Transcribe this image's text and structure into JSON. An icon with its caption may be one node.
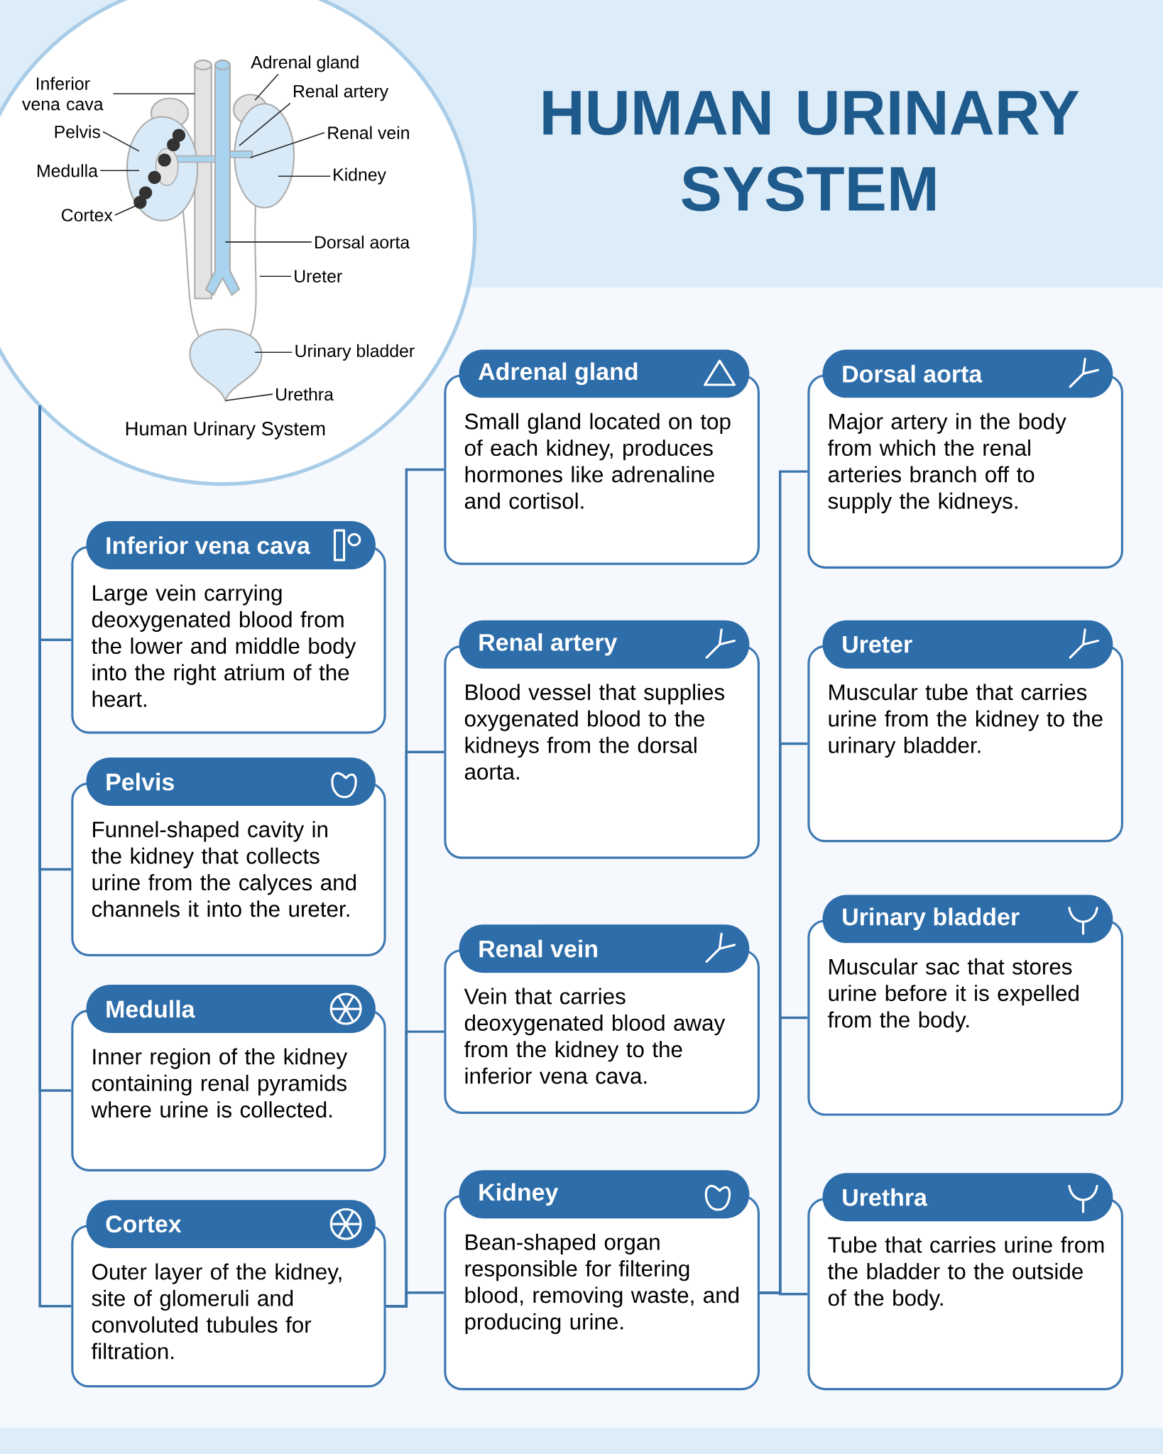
{
  "diagram": {
    "title": "HUMAN URINARY SYSTEM",
    "nodes": [
      {
        "text": [
          "Human Urinary System"
        ]
      },
      {
        "text": [
          "Adrenal gland"
        ],
        "in": 0
      },
      {
        "text": [
          "Inferior vena cava"
        ],
        "in": 0
      },
      {
        "text": [
          "Renal artery"
        ],
        "in": 0
      },
      {
        "text": [
          "Pelvis"
        ],
        "in": 0
      },
      {
        "text": [
          "Renal vein"
        ],
        "in": 0
      },
      {
        "text": [
          "Medulla"
        ],
        "in": 0
      },
      {
        "text": [
          "Kidney"
        ],
        "in": 0
      },
      {
        "text": [
          "Cortex"
        ],
        "in": 0
      },
      {
        "text": [
          "Dorsal aorta"
        ],
        "in": 0
      },
      {
        "text": [
          "Ureter"
        ],
        "in": 0
      },
      {
        "text": [
          "Urinary bladder"
        ],
        "in": 0
      },
      {
        "text": [
          "Urethra"
        ],
        "in": 0
      },
      {
        "text": [
          "Inferior vena cava",
          "Large vein carrying deoxygenated blood from the lower and middle body into the right atrium of the heart."
        ]
      },
      {
        "text": [
          "Pelvis",
          "Funnel-shaped cavity in the kidney that collects urine from the calyces and channels it into the ureter."
        ]
      },
      {
        "text": [
          "Medulla",
          "Inner region of the kidney containing renal pyramids where urine is collected."
        ]
      },
      {
        "text": [
          "Cortex",
          "Outer layer of the kidney, site of glomeruli and convoluted tubules for filtration."
        ]
      },
      {
        "text": [
          "Adrenal gland",
          "Small gland located on top of each kidney, produces hormones like adrenaline and cortisol."
        ]
      },
      {
        "text": [
          "Renal artery",
          "Blood vessel that supplies oxygenated blood to the kidneys from the dorsal aorta."
        ]
      },
      {
        "text": [
          "Renal vein",
          "Vein that carries deoxygenated blood away from the kidney to the inferior vena cava."
        ]
      },
      {
        "text": [
          "Kidney",
          "Bean-shaped organ responsible for filtering blood, removing waste, and producing urine."
        ]
      },
      {
        "text": [
          "Dorsal aorta",
          "Major artery in the body from which the renal arteries branch off to supply the kidneys."
        ]
      },
      {
        "text": [
          "Ureter",
          "Muscular tube that carries urine from the kidney to the urinary bladder."
        ]
      },
      {
        "text": [
          "Urinary bladder",
          "Muscular sac that stores urine before it is expelled from the body."
        ]
      },
      {
        "text": [
          "Urethra",
          "Tube that carries urine from the bladder to the outside of the body."
        ]
      }
    ],
    "edges": [
      {
        "from": 1,
        "to": null,
        "arrow": "none"
      },
      {
        "from": 2,
        "to": null,
        "arrow": "none"
      },
      {
        "from": 3,
        "to": null,
        "arrow": "none"
      },
      {
        "from": 4,
        "to": null,
        "arrow": "none"
      },
      {
        "from": 5,
        "to": null,
        "arrow": "none"
      },
      {
        "from": 6,
        "to": null,
        "arrow": "none"
      },
      {
        "from": 7,
        "to": null,
        "arrow": "none"
      },
      {
        "from": 8,
        "to": null,
        "arrow": "none"
      },
      {
        "from": 9,
        "to": null,
        "arrow": "none"
      },
      {
        "from": 10,
        "to": null,
        "arrow": "none"
      },
      {
        "from": 11,
        "to": null,
        "arrow": "none"
      },
      {
        "from": 12,
        "to": null,
        "arrow": "none"
      },
      {
        "from": 0,
        "to": 13,
        "arrow": "none",
        "color": "#3a74aa"
      },
      {
        "from": 0,
        "to": 14,
        "arrow": "none",
        "color": "#3a74aa"
      },
      {
        "from": 0,
        "to": 15,
        "arrow": "none",
        "color": "#3a74aa"
      },
      {
        "from": 0,
        "to": 16,
        "arrow": "none",
        "color": "#3a74aa"
      },
      {
        "from": 16,
        "to": 17,
        "arrow": "none",
        "color": "#3a74aa"
      },
      {
        "from": 16,
        "to": 18,
        "arrow": "none",
        "color": "#3a74aa"
      },
      {
        "from": 16,
        "to": 19,
        "arrow": "none",
        "color": "#3a74aa"
      },
      {
        "from": 16,
        "to": 20,
        "arrow": "none",
        "color": "#3a74aa"
      },
      {
        "from": 20,
        "to": 21,
        "arrow": "none",
        "color": "#3a74aa"
      },
      {
        "from": 20,
        "to": 22,
        "arrow": "none",
        "color": "#3a74aa"
      },
      {
        "from": 20,
        "to": 23,
        "arrow": "none",
        "color": "#3a74aa"
      },
      {
        "from": 20,
        "to": 24,
        "arrow": "none",
        "color": "#3a74aa"
      }
    ]
  }
}
